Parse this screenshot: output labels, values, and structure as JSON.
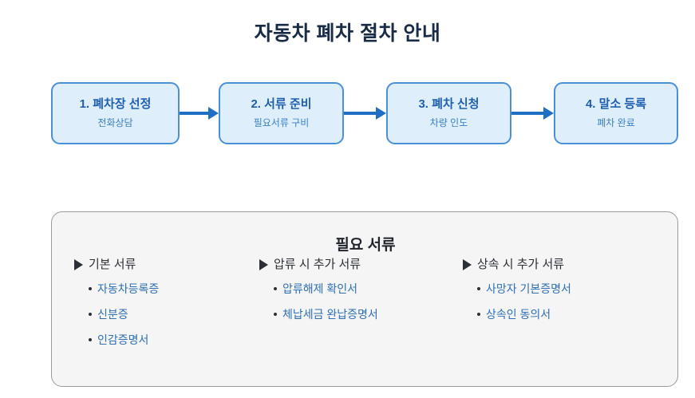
{
  "page": {
    "title": "자동차 폐차 절차 안내"
  },
  "flow": {
    "steps": [
      {
        "title": "1. 폐차장 선정",
        "sub": "전화상담"
      },
      {
        "title": "2. 서류 준비",
        "sub": "필요서류 구비"
      },
      {
        "title": "3. 폐차 신청",
        "sub": "차량 인도"
      },
      {
        "title": "4. 말소 등록",
        "sub": "폐차 완료"
      }
    ],
    "connector_icon": "arrow-right-icon"
  },
  "documents": {
    "title": "필요 서류",
    "marker_icon": "triangle-right-icon",
    "bullet_icon": "bullet-dot-icon",
    "columns": [
      {
        "heading": "기본 서류",
        "items": [
          "자동차등록증",
          "신분증",
          "인감증명서"
        ]
      },
      {
        "heading": "압류 시 추가 서류",
        "items": [
          "압류해제 확인서",
          "체납세금 완납증명서"
        ]
      },
      {
        "heading": "상속 시 추가 서류",
        "items": [
          "사망자 기본증명서",
          "상속인 동의서"
        ]
      }
    ]
  },
  "colors": {
    "title_text": "#1a2b46",
    "box_fill": "#dfeefb",
    "box_border": "#4a90d9",
    "box_title_text": "#1f5fb0",
    "box_sub_text": "#3a7fc6",
    "arrow": "#1f6fc4",
    "panel_fill": "#f5f5f5",
    "panel_border": "#9a9a9a",
    "panel_title_text": "#20242c",
    "column_heading_text": "#2c2f36",
    "item_text": "#2f6fb5"
  }
}
